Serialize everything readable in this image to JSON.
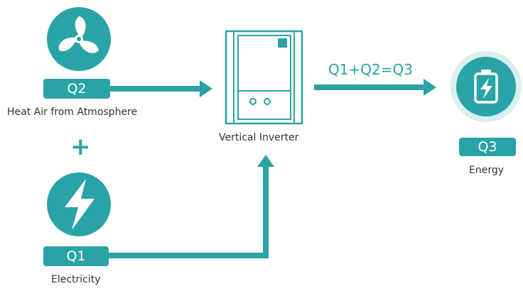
{
  "colors": {
    "accent": "#2aa3a6",
    "text": "#333333",
    "background": "#ffffff"
  },
  "fan_node": {
    "icon": "fan-icon",
    "tag": "Q2",
    "caption": "Heat Air from Atmosphere"
  },
  "plus_sign": "+",
  "electricity_node": {
    "icon": "lightning-bolt-icon",
    "tag": "Q1",
    "caption": "Electricity"
  },
  "inverter_node": {
    "icon": "inverter-unit-icon",
    "caption": "Vertical Inverter"
  },
  "formula": "Q1+Q2=Q3",
  "energy_node": {
    "icon": "battery-icon",
    "tag": "Q3",
    "caption": "Energy"
  }
}
